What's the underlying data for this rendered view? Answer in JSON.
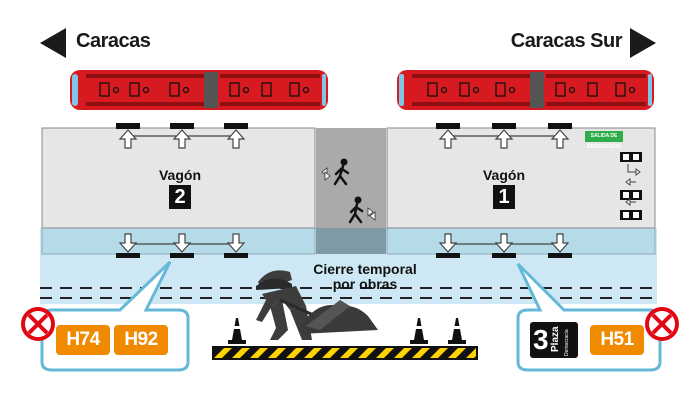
{
  "directions": {
    "left": "Caracas",
    "right": "Caracas Sur"
  },
  "cars": [
    {
      "label": "Vagón",
      "number": "2"
    },
    {
      "label": "Vagón",
      "number": "1"
    }
  ],
  "closure": {
    "line1": "Cierre temporal",
    "line2": "por obras"
  },
  "routes_left": [
    "H74",
    "H92"
  ],
  "routes_right": {
    "badge_number": "3",
    "badge_word": "Plaza",
    "badge_sub": "Democracia",
    "route": "H51"
  },
  "emergency_label": "SALIDA DE EMERGENCIA",
  "colors": {
    "bus_red": "#d71920",
    "platform_gray": "#e6e6e6",
    "crossing_gray": "#aaaaaa",
    "water_blue": "#cde8f4",
    "route_orange": "#f08a00",
    "closed_red": "#e30613",
    "hazard_yellow": "#ffd400"
  },
  "icons": [
    "arrow-left-icon",
    "arrow-right-icon",
    "pedestrian-icon",
    "worker-icon",
    "traffic-cone-icon",
    "no-entry-icon"
  ]
}
